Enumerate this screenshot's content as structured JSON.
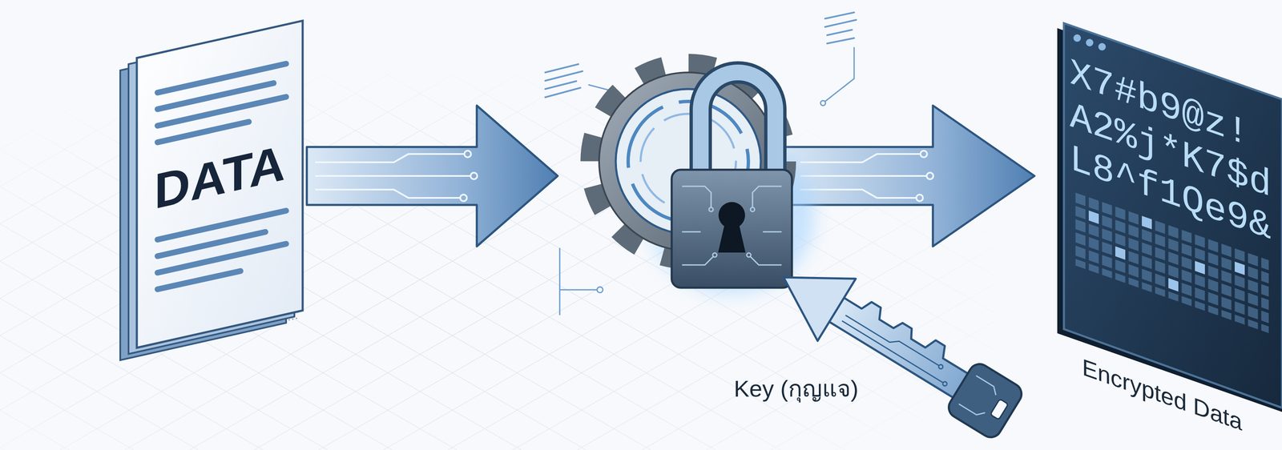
{
  "diagram": {
    "nodes": [
      {
        "text": [
          "DATA"
        ]
      },
      {
        "text": [
          "Key (กุญแจ)"
        ]
      },
      {
        "text": [
          "X7#b9@z! A2%j*K7$d L8^f1Qe9&",
          "Encrypted Data"
        ]
      }
    ]
  }
}
